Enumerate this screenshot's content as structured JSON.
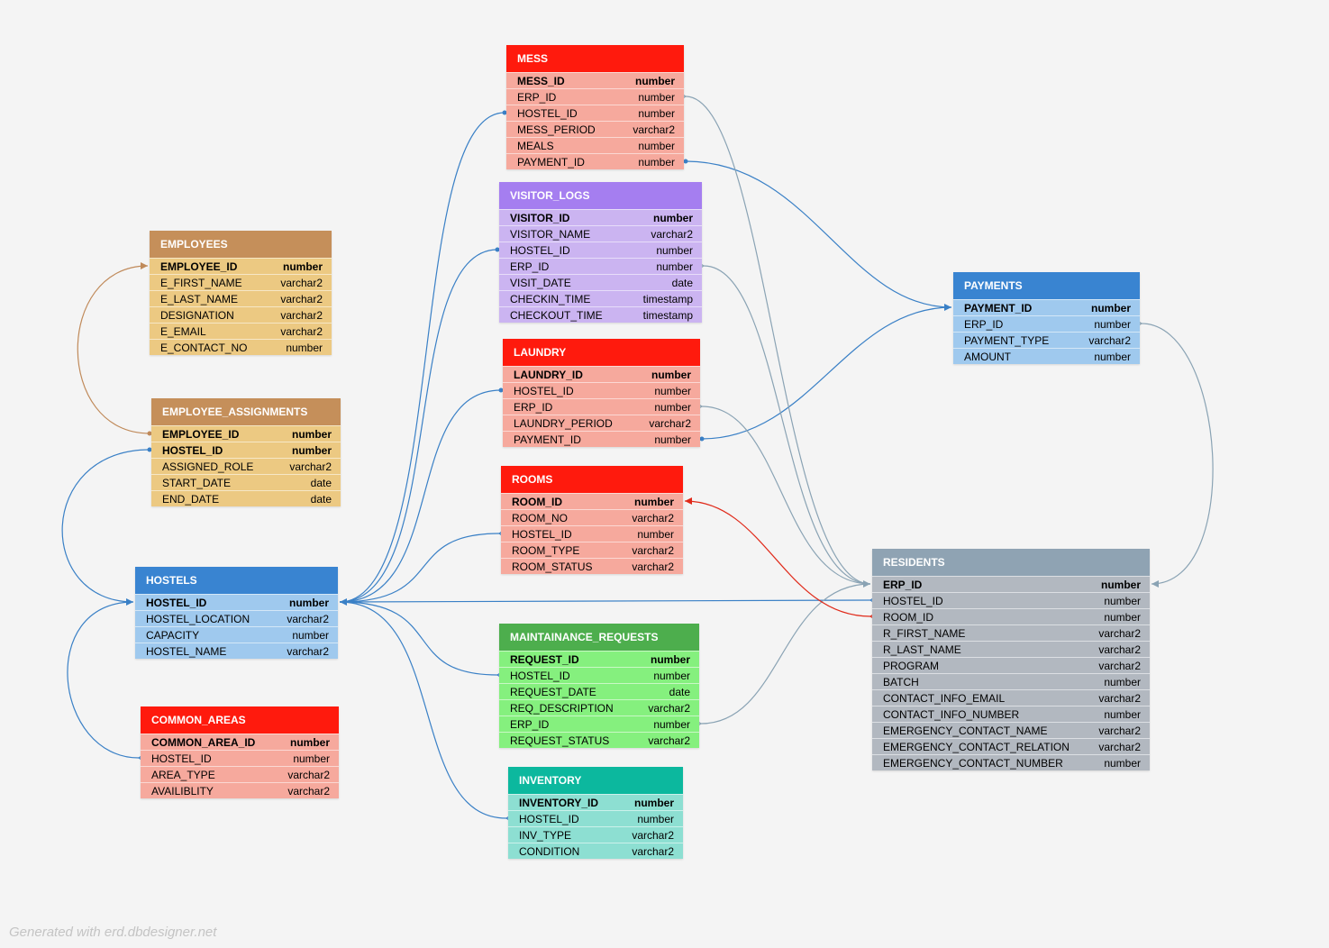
{
  "footer": "Generated with erd.dbdesigner.net",
  "tables": {
    "mess": {
      "name": "MESS",
      "columns": [
        {
          "name": "MESS_ID",
          "type": "number",
          "pk": true
        },
        {
          "name": "ERP_ID",
          "type": "number"
        },
        {
          "name": "HOSTEL_ID",
          "type": "number"
        },
        {
          "name": "MESS_PERIOD",
          "type": "varchar2"
        },
        {
          "name": "MEALS",
          "type": "number"
        },
        {
          "name": "PAYMENT_ID",
          "type": "number"
        }
      ]
    },
    "visitor_logs": {
      "name": "VISITOR_LOGS",
      "columns": [
        {
          "name": "VISITOR_ID",
          "type": "number",
          "pk": true
        },
        {
          "name": "VISITOR_NAME",
          "type": "varchar2"
        },
        {
          "name": "HOSTEL_ID",
          "type": "number"
        },
        {
          "name": "ERP_ID",
          "type": "number"
        },
        {
          "name": "VISIT_DATE",
          "type": "date"
        },
        {
          "name": "CHECKIN_TIME",
          "type": "timestamp"
        },
        {
          "name": "CHECKOUT_TIME",
          "type": "timestamp"
        }
      ]
    },
    "employees": {
      "name": "EMPLOYEES",
      "columns": [
        {
          "name": "EMPLOYEE_ID",
          "type": "number",
          "pk": true
        },
        {
          "name": "E_FIRST_NAME",
          "type": "varchar2"
        },
        {
          "name": "E_LAST_NAME",
          "type": "varchar2"
        },
        {
          "name": "DESIGNATION",
          "type": "varchar2"
        },
        {
          "name": "E_EMAIL",
          "type": "varchar2"
        },
        {
          "name": "E_CONTACT_NO",
          "type": "number"
        }
      ]
    },
    "payments": {
      "name": "PAYMENTS",
      "columns": [
        {
          "name": "PAYMENT_ID",
          "type": "number",
          "pk": true
        },
        {
          "name": "ERP_ID",
          "type": "number"
        },
        {
          "name": "PAYMENT_TYPE",
          "type": "varchar2"
        },
        {
          "name": "AMOUNT",
          "type": "number"
        }
      ]
    },
    "laundry": {
      "name": "LAUNDRY",
      "columns": [
        {
          "name": "LAUNDRY_ID",
          "type": "number",
          "pk": true
        },
        {
          "name": "HOSTEL_ID",
          "type": "number"
        },
        {
          "name": "ERP_ID",
          "type": "number"
        },
        {
          "name": "LAUNDRY_PERIOD",
          "type": "varchar2"
        },
        {
          "name": "PAYMENT_ID",
          "type": "number"
        }
      ]
    },
    "employee_assignments": {
      "name": "EMPLOYEE_ASSIGNMENTS",
      "columns": [
        {
          "name": "EMPLOYEE_ID",
          "type": "number",
          "pk": true
        },
        {
          "name": "HOSTEL_ID",
          "type": "number",
          "pk": true
        },
        {
          "name": "ASSIGNED_ROLE",
          "type": "varchar2"
        },
        {
          "name": "START_DATE",
          "type": "date"
        },
        {
          "name": "END_DATE",
          "type": "date"
        }
      ]
    },
    "rooms": {
      "name": "ROOMS",
      "columns": [
        {
          "name": "ROOM_ID",
          "type": "number",
          "pk": true
        },
        {
          "name": "ROOM_NO",
          "type": "varchar2"
        },
        {
          "name": "HOSTEL_ID",
          "type": "number"
        },
        {
          "name": "ROOM_TYPE",
          "type": "varchar2"
        },
        {
          "name": "ROOM_STATUS",
          "type": "varchar2"
        }
      ]
    },
    "residents": {
      "name": "RESIDENTS",
      "columns": [
        {
          "name": "ERP_ID",
          "type": "number",
          "pk": true
        },
        {
          "name": "HOSTEL_ID",
          "type": "number"
        },
        {
          "name": "ROOM_ID",
          "type": "number"
        },
        {
          "name": "R_FIRST_NAME",
          "type": "varchar2"
        },
        {
          "name": "R_LAST_NAME",
          "type": "varchar2"
        },
        {
          "name": "PROGRAM",
          "type": "varchar2"
        },
        {
          "name": "BATCH",
          "type": "number"
        },
        {
          "name": "CONTACT_INFO_EMAIL",
          "type": "varchar2"
        },
        {
          "name": "CONTACT_INFO_NUMBER",
          "type": "number"
        },
        {
          "name": "EMERGENCY_CONTACT_NAME",
          "type": "varchar2"
        },
        {
          "name": "EMERGENCY_CONTACT_RELATION",
          "type": "varchar2"
        },
        {
          "name": "EMERGENCY_CONTACT_NUMBER",
          "type": "number"
        }
      ]
    },
    "hostels": {
      "name": "HOSTELS",
      "columns": [
        {
          "name": "HOSTEL_ID",
          "type": "number",
          "pk": true
        },
        {
          "name": "HOSTEL_LOCATION",
          "type": "varchar2"
        },
        {
          "name": "CAPACITY",
          "type": "number"
        },
        {
          "name": "HOSTEL_NAME",
          "type": "varchar2"
        }
      ]
    },
    "maintainance_requests": {
      "name": "MAINTAINANCE_REQUESTS",
      "columns": [
        {
          "name": "REQUEST_ID",
          "type": "number",
          "pk": true
        },
        {
          "name": "HOSTEL_ID",
          "type": "number"
        },
        {
          "name": "REQUEST_DATE",
          "type": "date"
        },
        {
          "name": "REQ_DESCRIPTION",
          "type": "varchar2"
        },
        {
          "name": "ERP_ID",
          "type": "number"
        },
        {
          "name": "REQUEST_STATUS",
          "type": "varchar2"
        }
      ]
    },
    "common_areas": {
      "name": "COMMON_AREAS",
      "columns": [
        {
          "name": "COMMON_AREA_ID",
          "type": "number",
          "pk": true
        },
        {
          "name": "HOSTEL_ID",
          "type": "number"
        },
        {
          "name": "AREA_TYPE",
          "type": "varchar2"
        },
        {
          "name": "AVAILIBLITY",
          "type": "varchar2"
        }
      ]
    },
    "inventory": {
      "name": "INVENTORY",
      "columns": [
        {
          "name": "INVENTORY_ID",
          "type": "number",
          "pk": true
        },
        {
          "name": "HOSTEL_ID",
          "type": "number"
        },
        {
          "name": "INV_TYPE",
          "type": "varchar2"
        },
        {
          "name": "CONDITION",
          "type": "varchar2"
        }
      ]
    }
  },
  "colors": {
    "red": {
      "head": "#ff1a0d",
      "body": "#f6a99d"
    },
    "purple": {
      "head": "#a57ef0",
      "body": "#cbb4f1"
    },
    "tan": {
      "head": "#c58f5a",
      "body": "#ecc982"
    },
    "blue": {
      "head": "#3984d1",
      "body": "#9fc9ee"
    },
    "gray": {
      "head": "#8fa3b3",
      "body": "#b2b8c0"
    },
    "green": {
      "head": "#4dae4d",
      "body": "#85f07e"
    },
    "teal": {
      "head": "#0cb89e",
      "body": "#8ddfd2"
    },
    "line_blue": "#3a80c6",
    "line_gray": "#8aa3b4",
    "line_tan": "#c08a5a",
    "line_red": "#e02a1a"
  }
}
